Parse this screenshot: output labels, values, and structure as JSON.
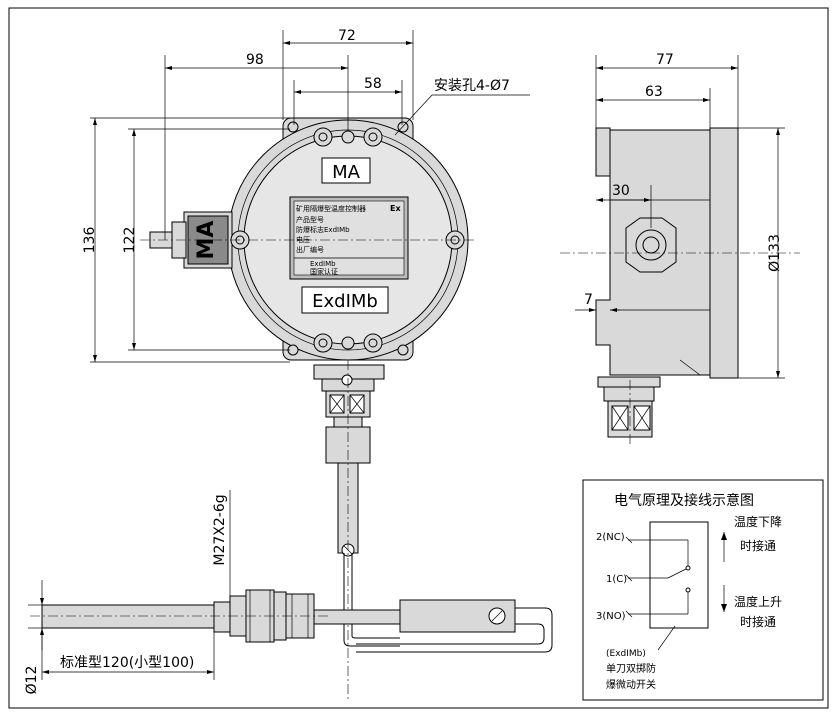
{
  "dimensions": {
    "d98": "98",
    "d72": "72",
    "d58": "58",
    "d136": "136",
    "d122": "122",
    "d77": "77",
    "d63": "63",
    "d30": "30",
    "d7": "7",
    "d133": "Ø133",
    "d12": "Ø12"
  },
  "labels": {
    "mounting_hole": "安装孔4-Ø7",
    "ma_mark": "MA",
    "side_ma_mark": "MA",
    "ex_mark": "ExdⅠMb",
    "thread": "M27X2-6g",
    "probe_length": "标准型120(小型100)"
  },
  "nameplate": {
    "lines": [
      "矿用隔爆型温度控制器",
      "产品型号",
      "防爆标志ExdⅠMb",
      "电压",
      "出厂编号",
      "ExdⅠMb",
      "国家认证"
    ],
    "ex_logo": "Ex"
  },
  "wiring": {
    "title": "电气原理及接线示意图",
    "nc_label": "2(NC)",
    "c_label": "1(C)",
    "no_label": "3(NO)",
    "temp_down_1": "温度下降",
    "temp_down_2": "时接通",
    "temp_up_1": "温度上升",
    "temp_up_2": "时接通",
    "ex_note": "(ExdⅠMb)",
    "switch_note_1": "单刀双掷防",
    "switch_note_2": "爆微动开关"
  }
}
